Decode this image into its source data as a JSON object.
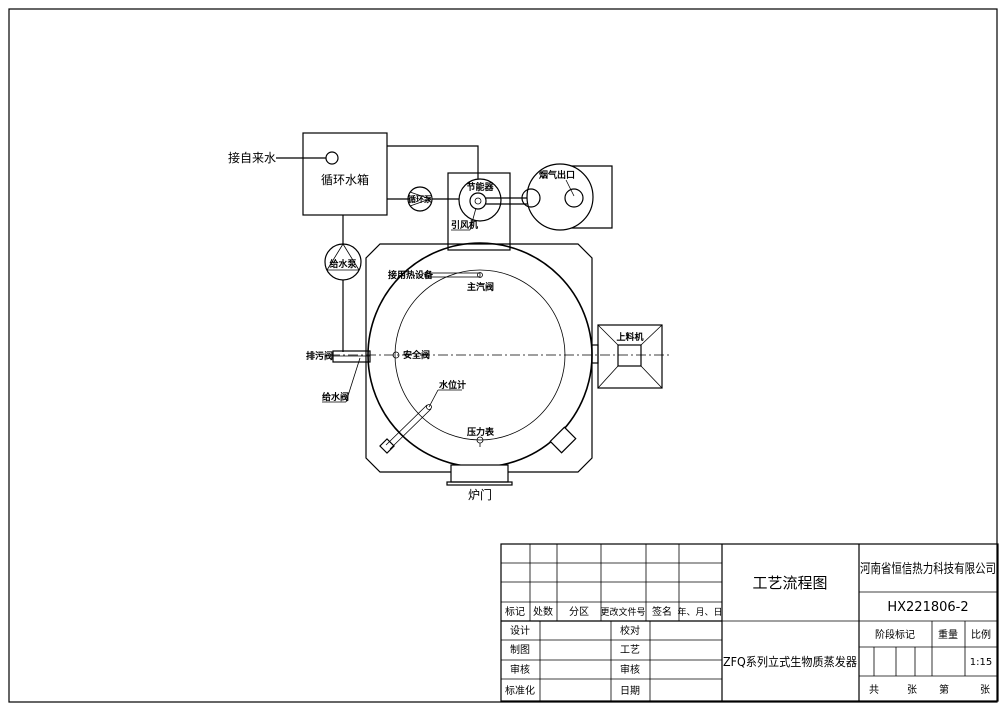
{
  "diagram": {
    "tap_water": "接自来水",
    "water_tank": "循环水箱",
    "circulation_pump": "循环泵",
    "economizer": "节能器",
    "induced_fan": "引风机",
    "flue_outlet": "烟气出口",
    "feed_pump": "给水泵",
    "heat_equipment": "接用热设备",
    "main_steam_valve": "主汽阀",
    "blowdown_valve": "排污阀",
    "feed_valve": "给水阀",
    "safety_valve": "安全阀",
    "water_level_gauge": "水位计",
    "pressure_gauge": "压力表",
    "furnace_door": "炉门",
    "feeder": "上料机"
  },
  "title_block": {
    "revision_headers": [
      "标记",
      "处数",
      "分区",
      "更改文件号",
      "签名",
      "年、月、日"
    ],
    "roles_left": [
      "设计",
      "制图",
      "审核",
      "标准化"
    ],
    "roles_right": [
      "校对",
      "工艺",
      "审核",
      "日期"
    ],
    "drawing_title": "工艺流程图",
    "product_name": "ZFQ系列立式生物质蒸发器",
    "company": "河南省恒信热力科技有限公司",
    "drawing_number": "HX221806-2",
    "stage_mark": "阶段标记",
    "weight": "重量",
    "scale_label": "比例",
    "scale_value": "1:15",
    "sheet_total": "共",
    "sheet_unit1": "张",
    "sheet_no": "第",
    "sheet_unit2": "张"
  }
}
